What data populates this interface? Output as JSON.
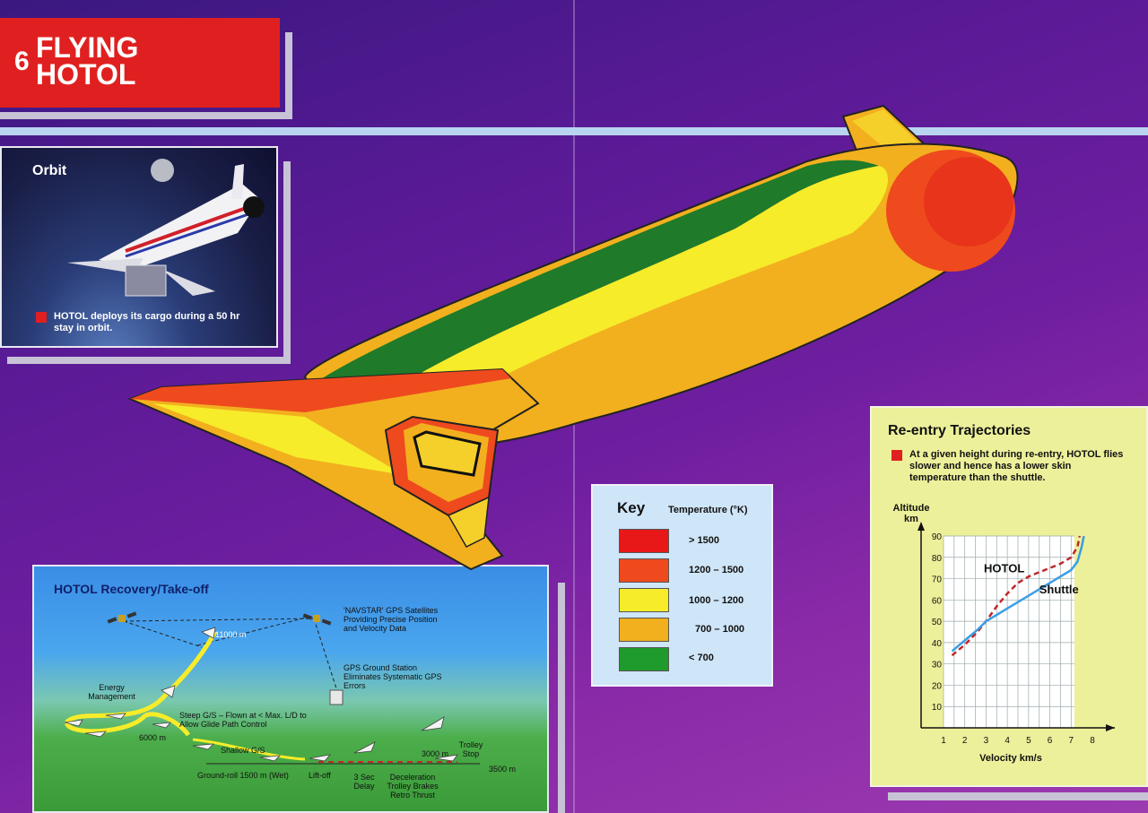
{
  "header": {
    "number": "6",
    "title_line1": "FLYING",
    "title_line2": "HOTOL"
  },
  "orbit": {
    "title": "Orbit",
    "caption": "HOTOL deploys its cargo during a 50 hr stay in orbit."
  },
  "recovery": {
    "title": "HOTOL Recovery/Take-off",
    "labels": {
      "navstar": "'NAVSTAR' GPS Satellites Providing Precise Position and Velocity Data",
      "altitude_11000": "11000 m",
      "gps_ground": "GPS Ground Station Eliminates Systematic GPS Errors",
      "energy": "Energy Management",
      "steep": "Steep G/S – Flown at < Max. L/D to Allow Glide Path Control",
      "dist_6000": "6000 m",
      "shallow": "Shallow G/S",
      "ground_roll": "Ground-roll 1500 m (Wet)",
      "liftoff": "Lift-off",
      "delay": "3 Sec Delay",
      "decel": "Deceleration Trolley Brakes Retro Thrust",
      "dist_3000": "3000 m",
      "trolley_stop": "Trolley Stop",
      "dist_3500": "3500 m"
    }
  },
  "key": {
    "title": "Key",
    "subtitle": "Temperature (°K)",
    "items": [
      {
        "label": "> 1500",
        "color": "#e81818"
      },
      {
        "label": "1200 – 1500",
        "color": "#ee4a1e"
      },
      {
        "label": "1000 – 1200",
        "color": "#f6ec2a"
      },
      {
        "label": "700 – 1000",
        "color": "#f2b01e"
      },
      {
        "label": "< 700",
        "color": "#1f9a2c"
      }
    ]
  },
  "reentry": {
    "title": "Re-entry Trajectories",
    "caption": "At a given height during re-entry, HOTOL flies slower and hence has a lower skin temperature than the shuttle.",
    "chart_data": {
      "type": "line",
      "xlabel": "Velocity km/s",
      "ylabel": "Altitude km",
      "xlim": [
        1,
        8
      ],
      "ylim": [
        0,
        90
      ],
      "x_ticks": [
        "1",
        "2",
        "3",
        "4",
        "5",
        "6",
        "7",
        "8"
      ],
      "y_ticks": [
        "10",
        "20",
        "30",
        "40",
        "50",
        "60",
        "70",
        "80",
        "90"
      ],
      "grid": true,
      "series": [
        {
          "name": "HOTOL",
          "style": "dashed",
          "color": "#c0282a",
          "points": [
            [
              1.4,
              34
            ],
            [
              2.0,
              39
            ],
            [
              2.6,
              45
            ],
            [
              3.0,
              50
            ],
            [
              3.5,
              57
            ],
            [
              4.0,
              63
            ],
            [
              4.5,
              68
            ],
            [
              5.0,
              71
            ],
            [
              5.5,
              73
            ],
            [
              6.0,
              75
            ],
            [
              6.5,
              77
            ],
            [
              7.0,
              80
            ],
            [
              7.3,
              85
            ],
            [
              7.4,
              90
            ]
          ]
        },
        {
          "name": "Shuttle",
          "style": "solid",
          "color": "#3a9ee6",
          "points": [
            [
              1.4,
              36
            ],
            [
              2.0,
              41
            ],
            [
              2.6,
              46
            ],
            [
              3.0,
              50
            ],
            [
              3.5,
              53
            ],
            [
              4.0,
              56
            ],
            [
              4.5,
              59
            ],
            [
              5.0,
              62
            ],
            [
              5.5,
              65
            ],
            [
              6.0,
              68
            ],
            [
              6.5,
              71
            ],
            [
              7.0,
              74
            ],
            [
              7.3,
              78
            ],
            [
              7.5,
              85
            ],
            [
              7.6,
              90
            ]
          ]
        }
      ]
    }
  }
}
